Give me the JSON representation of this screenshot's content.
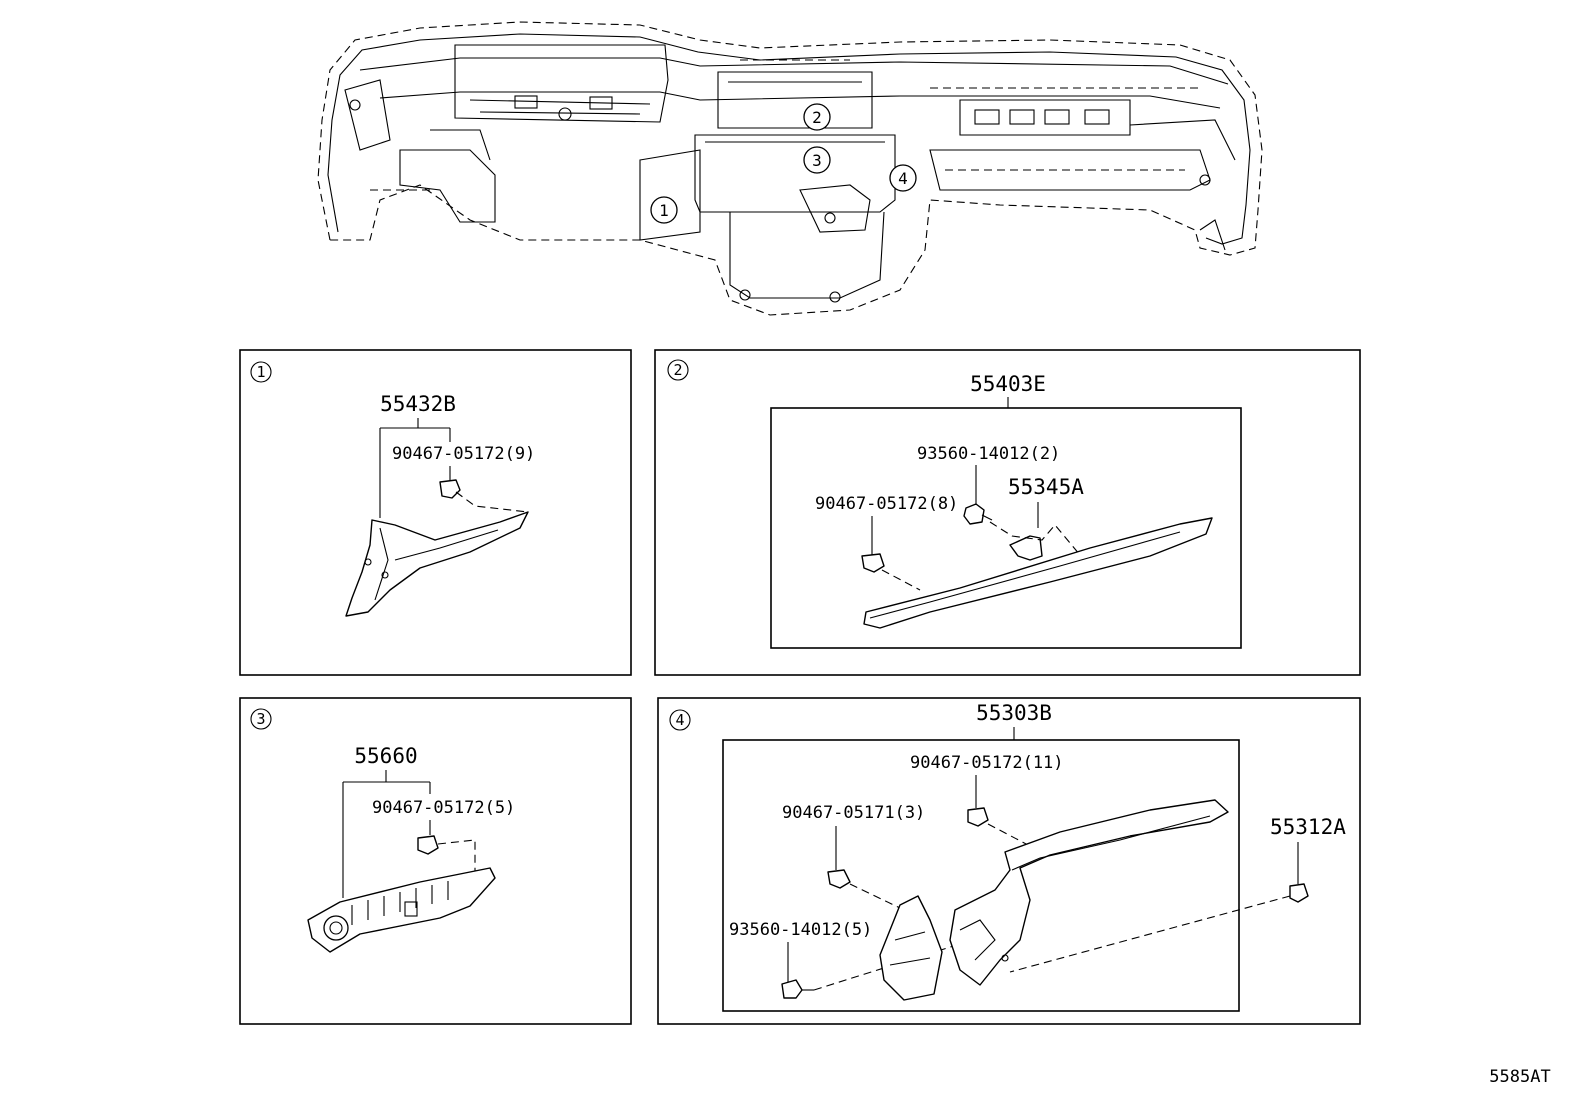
{
  "overview": {
    "callouts": [
      "1",
      "2",
      "3",
      "4"
    ]
  },
  "panels": [
    {
      "number": "1",
      "assembly": "55432B",
      "items": [
        "90467-05172(9)"
      ]
    },
    {
      "number": "2",
      "assembly": "55403E",
      "items": [
        "93560-14012(2)",
        "90467-05172(8)",
        "55345A"
      ]
    },
    {
      "number": "3",
      "assembly": "55660",
      "items": [
        "90467-05172(5)"
      ]
    },
    {
      "number": "4",
      "assembly": "55303B",
      "items": [
        "90467-05172(11)",
        "90467-05171(3)",
        "93560-14012(5)"
      ],
      "outside": "55312A"
    }
  ],
  "figure_code": "5585AT"
}
